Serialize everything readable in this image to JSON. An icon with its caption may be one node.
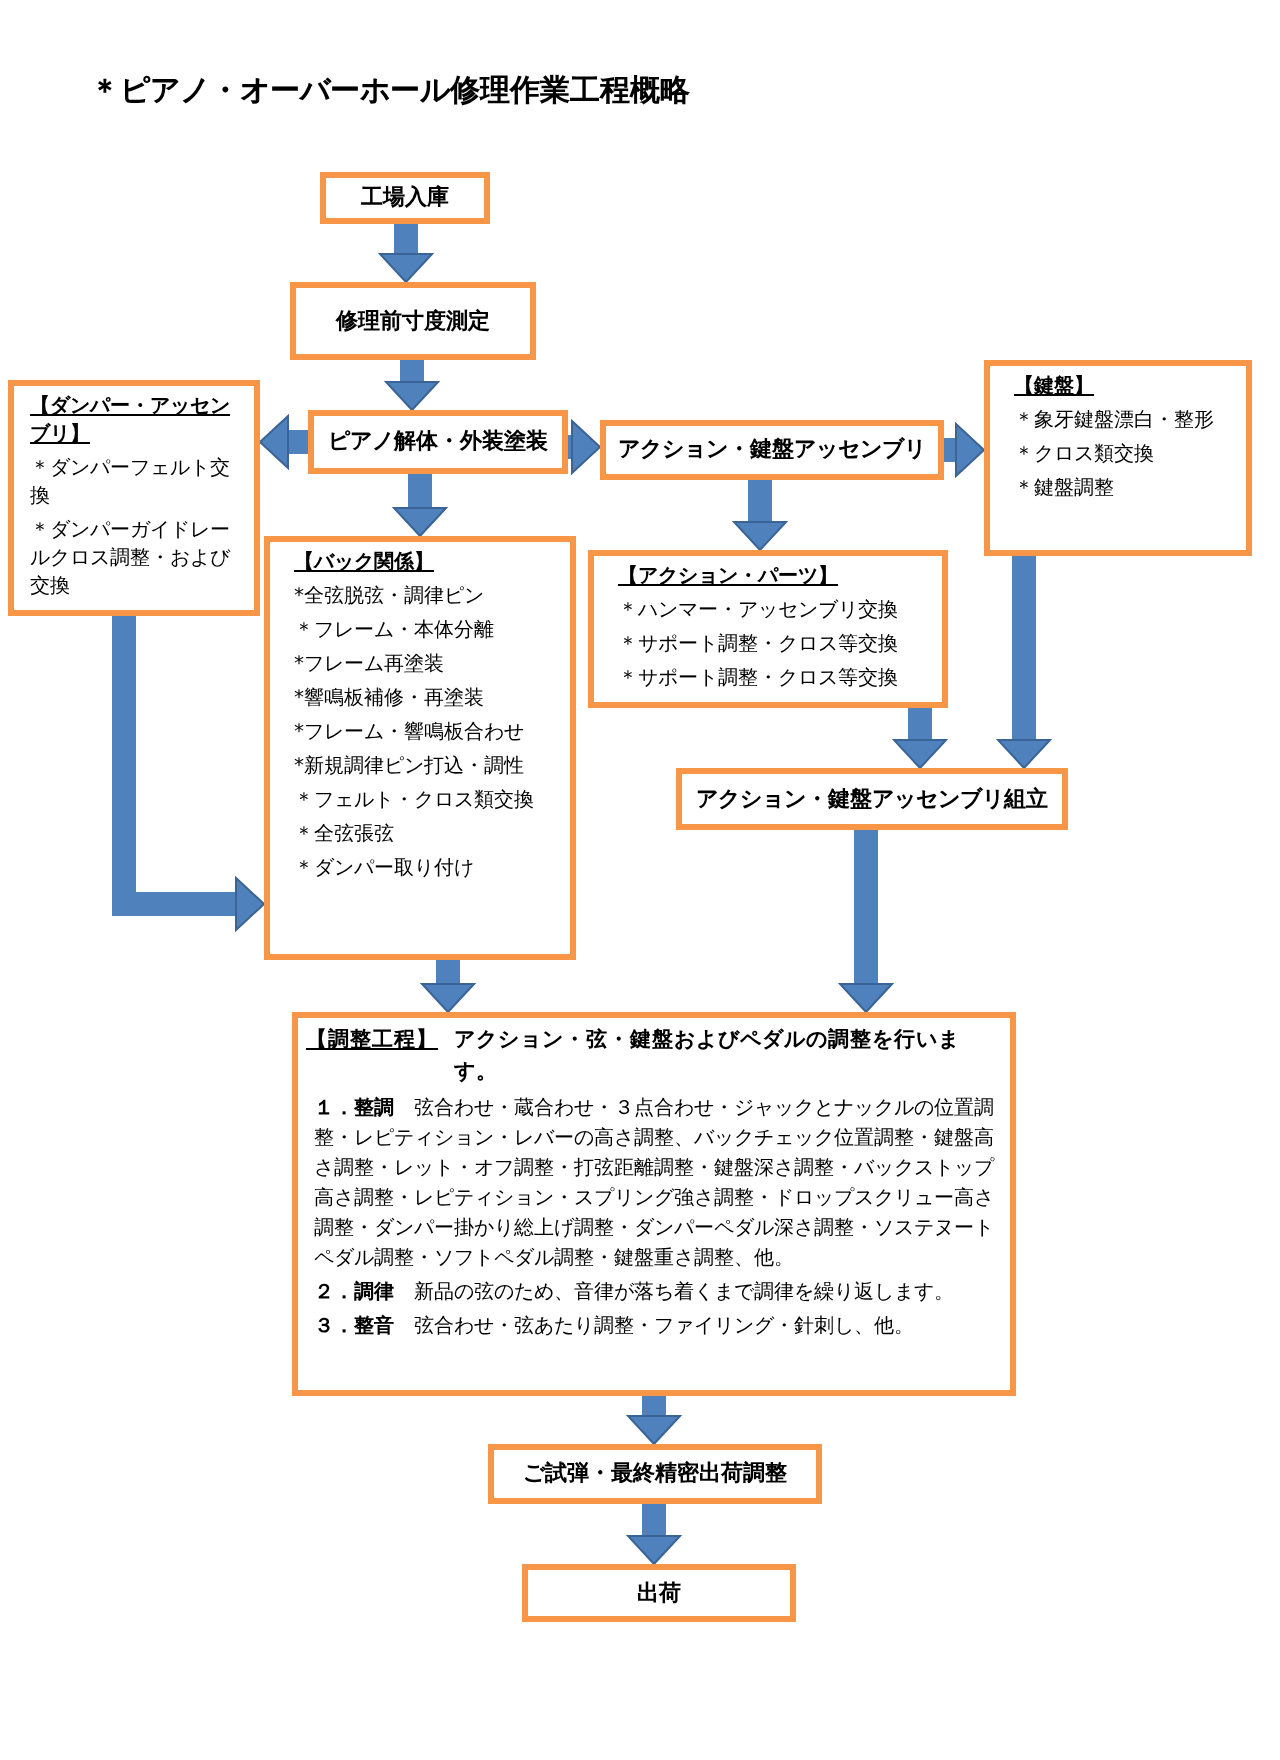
{
  "diagram": {
    "title": "＊ピアノ・オーバーホール修理作業工程概略",
    "nodes": [
      {
        "text": [
          "工場入庫"
        ]
      },
      {
        "text": [
          "修理前寸度測定"
        ]
      },
      {
        "text": [
          "【ダンパー・アッセンブリ】",
          "＊ダンパーフェルト交換",
          "＊ダンパーガイドレールクロス調整・および交換"
        ]
      },
      {
        "text": [
          "ピアノ解体・外装塗装"
        ]
      },
      {
        "text": [
          "アクション・鍵盤アッセンブリ"
        ]
      },
      {
        "text": [
          "【鍵盤】",
          "＊象牙鍵盤漂白・整形",
          "＊クロス類交換",
          "＊鍵盤調整"
        ]
      },
      {
        "text": [
          "【バック関係】",
          "*全弦脱弦・調律ピン",
          "＊フレーム・本体分離",
          "*フレーム再塗装",
          "*響鳴板補修・再塗装",
          "*フレーム・響鳴板合わせ",
          "*新規調律ピン打込・調性",
          "＊フェルト・クロス類交換",
          "＊全弦張弦",
          "＊ダンパー取り付け"
        ]
      },
      {
        "text": [
          "【アクション・パーツ】",
          "＊ハンマー・アッセンブリ交換",
          "＊サポート調整・クロス等交換",
          "＊サポート調整・クロス等交換"
        ]
      },
      {
        "text": [
          "アクション・鍵盤アッセンブリ組立"
        ]
      },
      {
        "text": [
          "【調整工程】",
          "アクション・弦・鍵盤およびペダルの調整を行います。",
          "**１．整調**　弦合わせ・蔵合わせ・３点合わせ・ジャックとナックルの位置調整・レピティション・レバーの高さ調整、バックチェック位置調整・鍵盤高さ調整・レット・オフ調整・打弦距離調整・鍵盤深さ調整・バックストップ高さ調整・レピティション・スプリング強さ調整・ドロップスクリュー高さ調整・ダンパー掛かり総上げ調整・ダンパーペダル深さ調整・ソステヌートペダル調整・ソフトペダル調整・鍵盤重さ調整、他。",
          "**２．調律**　新品の弦のため、音律が落ち着くまで調律を繰り返します。",
          "**３．整音**　弦合わせ・弦あたり調整・ファイリング・針刺し、他。"
        ]
      },
      {
        "text": [
          "ご試弾・最終精密出荷調整"
        ]
      },
      {
        "text": [
          "出荷"
        ]
      }
    ],
    "edges": [
      {
        "from": 0,
        "to": 1,
        "arrow": "to"
      },
      {
        "from": 1,
        "to": 3,
        "arrow": "to"
      },
      {
        "from": 3,
        "to": 2,
        "arrow": "to"
      },
      {
        "from": 3,
        "to": 4,
        "arrow": "to"
      },
      {
        "from": 4,
        "to": 5,
        "arrow": "to"
      },
      {
        "from": 3,
        "to": 6,
        "arrow": "to"
      },
      {
        "from": 4,
        "to": 7,
        "arrow": "to"
      },
      {
        "from": 2,
        "to": 6,
        "arrow": "to"
      },
      {
        "from": 7,
        "to": 8,
        "arrow": "to"
      },
      {
        "from": 5,
        "to": 8,
        "arrow": "to"
      },
      {
        "from": 6,
        "to": 9,
        "arrow": "to"
      },
      {
        "from": 8,
        "to": 9,
        "arrow": "to"
      },
      {
        "from": 9,
        "to": 10,
        "arrow": "to"
      },
      {
        "from": 10,
        "to": 11,
        "arrow": "to"
      }
    ]
  }
}
